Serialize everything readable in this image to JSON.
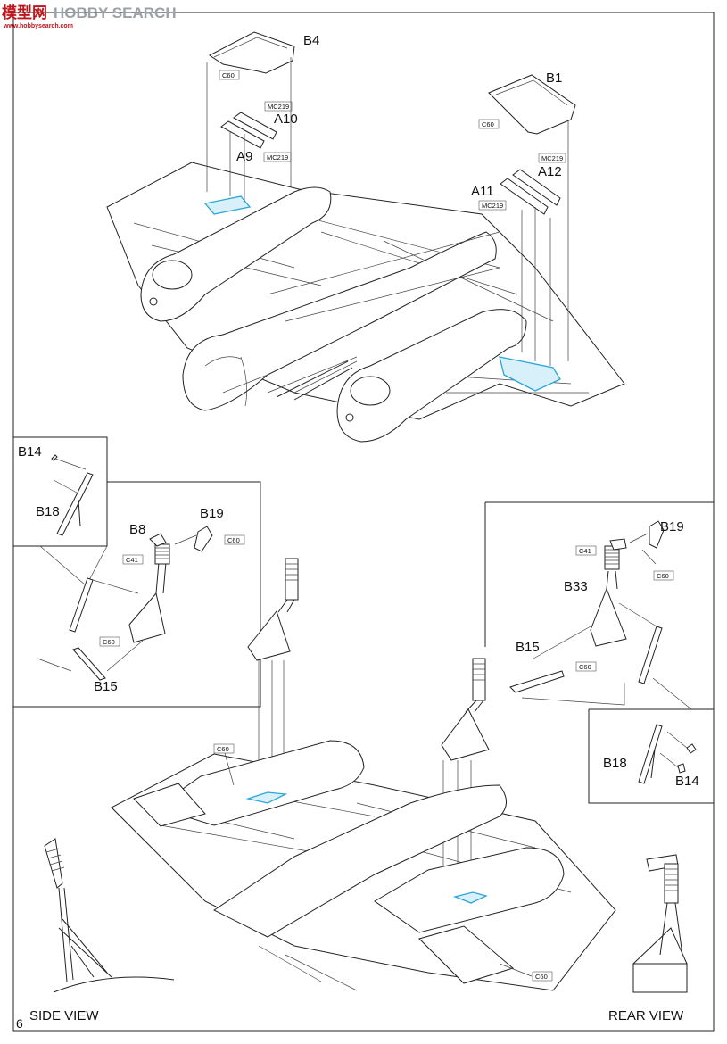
{
  "watermark": {
    "cn": "模型网",
    "en": "HOBBY SEARCH",
    "url": "www.hobbysearch.com"
  },
  "page_number": "6",
  "views": {
    "side": "SIDE VIEW",
    "rear": "REAR VIEW"
  },
  "parts": {
    "B4": "B4",
    "B1": "B1",
    "A10": "A10",
    "A9": "A9",
    "A12": "A12",
    "A11": "A11",
    "B14_left": "B14",
    "B18_left": "B18",
    "B8": "B8",
    "B19_left": "B19",
    "B15_left": "B15",
    "B19_right": "B19",
    "B33": "B33",
    "B15_right": "B15",
    "B18_right": "B18",
    "B14_right": "B14"
  },
  "callouts": {
    "c60_b4": "C60",
    "mc219_a10": "MC219",
    "mc219_a9": "MC219",
    "c60_b1": "C60",
    "mc219_a12": "MC219",
    "mc219_a11": "MC219",
    "c60_b19_left": "C60",
    "c41_left": "C41",
    "c60_b15_left": "C60",
    "c41_right": "C41",
    "c60_b19_right": "C60",
    "c60_b15_right": "C60",
    "c60_wing_left": "C60",
    "c60_wing_right": "C60"
  }
}
